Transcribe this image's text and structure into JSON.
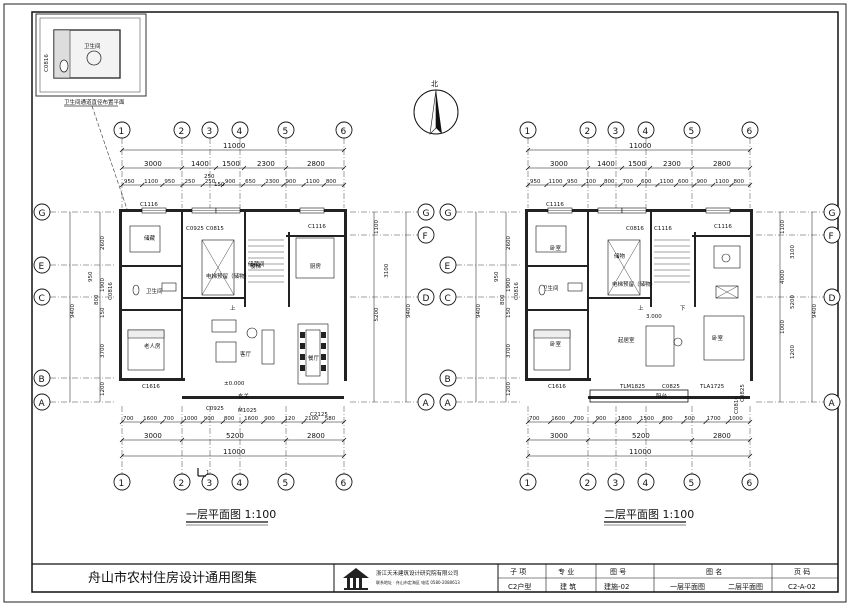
{
  "north_label": "北",
  "inset": {
    "title": "卫生间通道直径布置平面",
    "room": "卫生间",
    "window": "C0816"
  },
  "plan1": {
    "title": "一层平面图 1:100",
    "axes_num": [
      "1",
      "2",
      "3",
      "4",
      "5",
      "6"
    ],
    "axes_let_left": [
      "G",
      "E",
      "C",
      "B",
      "A"
    ],
    "axes_let_right": [
      "G",
      "F",
      "D",
      "A"
    ],
    "dims_top_total": "11000",
    "dims_top_mid": [
      "3000",
      "1400",
      "1500",
      "2300",
      "2800"
    ],
    "dims_top_small": [
      "950",
      "1100",
      "950",
      "250",
      "250",
      "900",
      "650",
      "2300",
      "900",
      "1100",
      "800"
    ],
    "dims_top_extra": [
      "250",
      "150"
    ],
    "dims_bottom_small": [
      "700",
      "1600",
      "700",
      "1000",
      "900",
      "800",
      "1600",
      "900",
      "120",
      "2100",
      "580"
    ],
    "dims_bottom_mid": [
      "3000",
      "5200",
      "2800"
    ],
    "dims_bottom_total": "11000",
    "dims_left": [
      "2600",
      "1900",
      "950",
      "800",
      "150",
      "3700",
      "1200",
      "9400"
    ],
    "dims_right": [
      "1100",
      "3100",
      "5200",
      "9400"
    ],
    "rooms": [
      "储藏",
      "卫生间",
      "老人房",
      "客厅",
      "餐厅",
      "厨房",
      "楼梯",
      "电梯预留（储物）",
      "储藏间",
      "玄关"
    ],
    "windows": [
      "C1116",
      "C0925",
      "C0815",
      "C1116",
      "C0816",
      "C1616",
      "C0925",
      "M1025",
      "C2125"
    ],
    "elevation": "±0.000",
    "up": "上",
    "section": "1"
  },
  "plan2": {
    "title": "二层平面图 1:100",
    "axes_num": [
      "1",
      "2",
      "3",
      "4",
      "5",
      "6"
    ],
    "axes_let_left": [
      "G",
      "E",
      "C",
      "B",
      "A"
    ],
    "axes_let_right": [
      "G",
      "F",
      "D",
      "A"
    ],
    "dims_top_total": "11000",
    "dims_top_mid": [
      "3000",
      "1400",
      "1500",
      "2300",
      "2800"
    ],
    "dims_top_small": [
      "950",
      "1100",
      "950",
      "100",
      "800",
      "700",
      "600",
      "1100",
      "600",
      "900",
      "1100",
      "800"
    ],
    "dims_bottom_small": [
      "700",
      "1600",
      "700",
      "900",
      "1800",
      "1500",
      "800",
      "500",
      "1700",
      "1000"
    ],
    "dims_bottom_mid": [
      "3000",
      "5200",
      "2800"
    ],
    "dims_bottom_total": "11000",
    "dims_left": [
      "2600",
      "1900",
      "950",
      "800",
      "150",
      "3700",
      "1200",
      "9400"
    ],
    "dims_right": [
      "1100",
      "3100",
      "4000",
      "5200",
      "1000",
      "1200",
      "9400"
    ],
    "rooms": [
      "卧室",
      "卫生间",
      "卧室",
      "储物",
      "电梯预留（储物）",
      "起居室",
      "卧室",
      "阳台"
    ],
    "windows": [
      "C1116",
      "C0816",
      "C1116",
      "C1116",
      "C0816",
      "C1616",
      "TLM1825",
      "C0825",
      "TLA1725",
      "C0825",
      "C0816"
    ],
    "elevation": "3.000",
    "up": "上",
    "down": "下"
  },
  "title_block": {
    "collection": "舟山市农村住房设计通用图集",
    "company": "浙江天禾建筑设计研究院有限公司",
    "company_sub": "联系地址 · 舟山市定海区  电话 0580-2080613",
    "headers": [
      "子 项",
      "专 业",
      "图 号",
      "图 名",
      "页 码"
    ],
    "values": [
      "C2户型",
      "建 筑",
      "建施-02",
      "一层平面图",
      "二层平面图",
      "C2-A-02"
    ]
  }
}
